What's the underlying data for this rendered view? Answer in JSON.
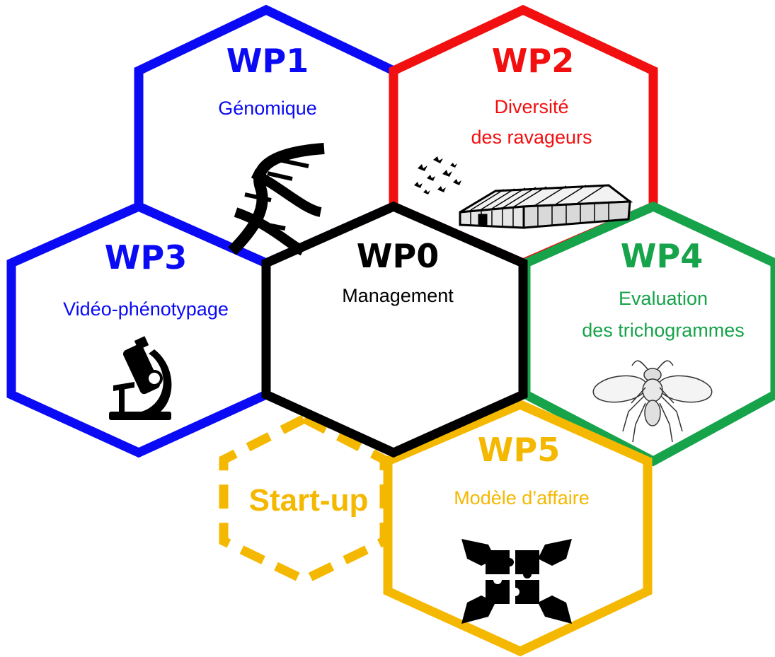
{
  "colors": {
    "wp0": "#000000",
    "wp1": "#0a0af5",
    "wp2": "#f20f0f",
    "wp3": "#0a0af5",
    "wp4": "#16a34a",
    "wp5": "#f5b800",
    "startup": "#f5b800"
  },
  "hexagons": {
    "wp0": {
      "title": "WP0",
      "subtitle": "Management"
    },
    "wp1": {
      "title": "WP1",
      "subtitle": "Génomique",
      "icon": "dna-icon"
    },
    "wp2": {
      "title": "WP2",
      "subtitle_line1": "Diversité",
      "subtitle_line2": "des ravageurs",
      "icon": "greenhouse-icon"
    },
    "wp3": {
      "title": "WP3",
      "subtitle": "Vidéo-phénotypage",
      "icon": "microscope-icon"
    },
    "wp4": {
      "title": "WP4",
      "subtitle_line1": "Evaluation",
      "subtitle_line2": "des trichogrammes",
      "icon": "wasp-icon"
    },
    "wp5": {
      "title": "WP5",
      "subtitle": "Modèle d’affaire",
      "icon": "puzzle-hands-icon"
    },
    "startup": {
      "label": "Start-up"
    }
  }
}
